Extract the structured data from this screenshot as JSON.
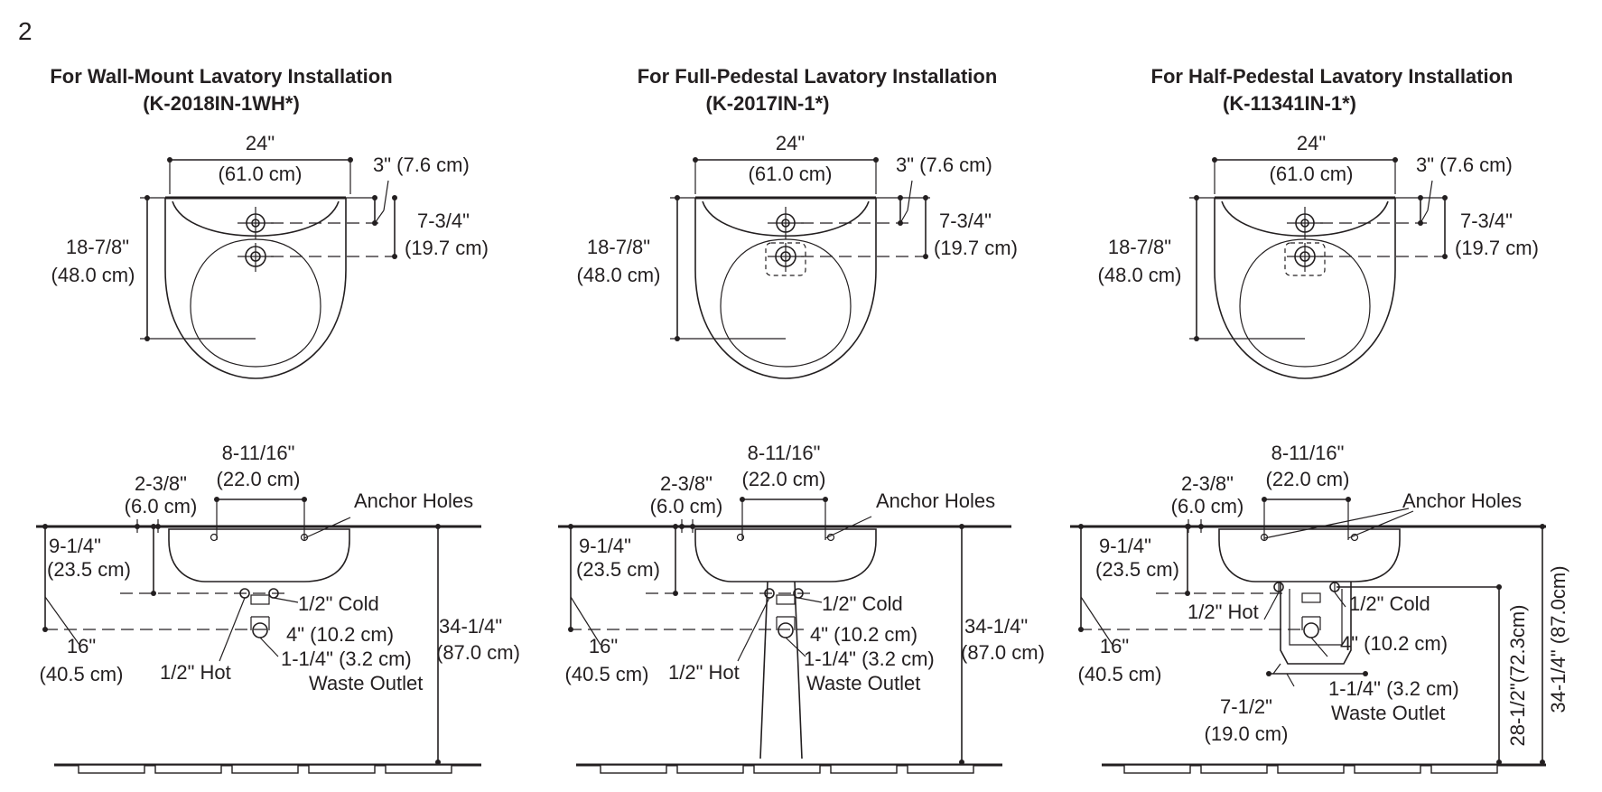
{
  "step_number": "2",
  "panels": [
    {
      "title": "For Wall-Mount Lavatory Installation",
      "model": "(K-2018IN-1WH*)",
      "top_view": {
        "width_in": "24\"",
        "width_cm": "(61.0 cm)",
        "rim_in": "3\" (7.6 cm)",
        "hole_in": "7-3/4\"",
        "hole_cm": "(19.7 cm)",
        "depth_in": "18-7/8\"",
        "depth_cm": "(48.0 cm)"
      },
      "side_view": {
        "anchor_spacing_in": "8-11/16\"",
        "anchor_spacing_cm": "(22.0 cm)",
        "anchor_offset_in": "2-3/8\"",
        "anchor_offset_cm": "(6.0 cm)",
        "anchor_label": "Anchor Holes",
        "supply_drop_in": "9-1/4\"",
        "supply_drop_cm": "(23.5 cm)",
        "cold_label": "1/2\" Cold",
        "supply_spacing": "4\" (10.2 cm)",
        "waste_size": "1-1/4\" (3.2 cm)",
        "waste_label": "Waste Outlet",
        "hot_label": "1/2\" Hot",
        "waste_height_in": "16\"",
        "waste_height_cm": "(40.5 cm)",
        "total_height_in": "34-1/4\"",
        "total_height_cm": "(87.0 cm)"
      }
    },
    {
      "title": "For Full-Pedestal Lavatory Installation",
      "model": "(K-2017IN-1*)",
      "top_view": {
        "width_in": "24\"",
        "width_cm": "(61.0 cm)",
        "rim_in": "3\" (7.6 cm)",
        "hole_in": "7-3/4\"",
        "hole_cm": "(19.7 cm)",
        "depth_in": "18-7/8\"",
        "depth_cm": "(48.0 cm)"
      },
      "side_view": {
        "anchor_spacing_in": "8-11/16\"",
        "anchor_spacing_cm": "(22.0 cm)",
        "anchor_offset_in": "2-3/8\"",
        "anchor_offset_cm": "(6.0 cm)",
        "anchor_label": "Anchor Holes",
        "supply_drop_in": "9-1/4\"",
        "supply_drop_cm": "(23.5 cm)",
        "cold_label": "1/2\" Cold",
        "supply_spacing": "4\" (10.2 cm)",
        "waste_size": "1-1/4\" (3.2 cm)",
        "waste_label": "Waste Outlet",
        "hot_label": "1/2\" Hot",
        "waste_height_in": "16\"",
        "waste_height_cm": "(40.5 cm)",
        "total_height_in": "34-1/4\"",
        "total_height_cm": "(87.0 cm)"
      }
    },
    {
      "title": "For Half-Pedestal Lavatory Installation",
      "model": "(K-11341IN-1*)",
      "top_view": {
        "width_in": "24\"",
        "width_cm": "(61.0 cm)",
        "rim_in": "3\" (7.6 cm)",
        "hole_in": "7-3/4\"",
        "hole_cm": "(19.7 cm)",
        "depth_in": "18-7/8\"",
        "depth_cm": "(48.0 cm)"
      },
      "side_view": {
        "anchor_spacing_in": "8-11/16\"",
        "anchor_spacing_cm": "(22.0 cm)",
        "anchor_offset_in": "2-3/8\"",
        "anchor_offset_cm": "(6.0 cm)",
        "anchor_label": "Anchor Holes",
        "supply_drop_in": "9-1/4\"",
        "supply_drop_cm": "(23.5 cm)",
        "cold_label": "1/2\" Cold",
        "supply_spacing": "4\" (10.2 cm)",
        "waste_size": "1-1/4\" (3.2 cm)",
        "waste_label": "Waste Outlet",
        "hot_label": "1/2\" Hot",
        "waste_height_in": "16\"",
        "waste_height_cm": "(40.5 cm)",
        "pedestal_width_in": "7-1/2\"",
        "pedestal_width_cm": "(19.0 cm)",
        "pedestal_height": "28-1/2\"(72.3cm)",
        "total_height_rot": "34-1/4\" (87.0cm)"
      }
    }
  ]
}
